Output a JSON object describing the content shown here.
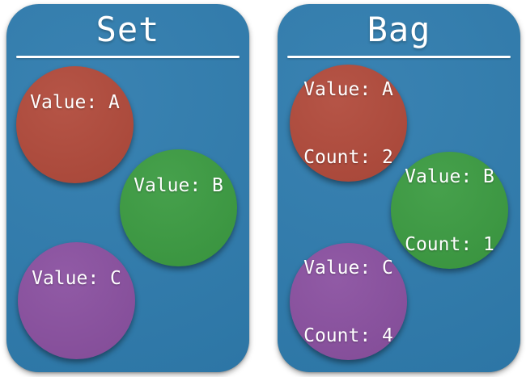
{
  "colors": {
    "page_bg": "#ffffff",
    "panel": "#2f7cae",
    "red": "#b14a3b",
    "green": "#3b9b41",
    "purple": "#8a50a0",
    "text": "#ffffff"
  },
  "panels": [
    {
      "title": "Set",
      "circles": [
        {
          "color": "red",
          "line1": "Value: A"
        },
        {
          "color": "green",
          "line1": "Value: B"
        },
        {
          "color": "purple",
          "line1": "Value: C"
        }
      ]
    },
    {
      "title": "Bag",
      "circles": [
        {
          "color": "red",
          "line1": "Value: A",
          "line2": "Count: 2"
        },
        {
          "color": "green",
          "line1": "Value: B",
          "line2": "Count: 1"
        },
        {
          "color": "purple",
          "line1": "Value: C",
          "line2": "Count: 4"
        }
      ]
    }
  ]
}
